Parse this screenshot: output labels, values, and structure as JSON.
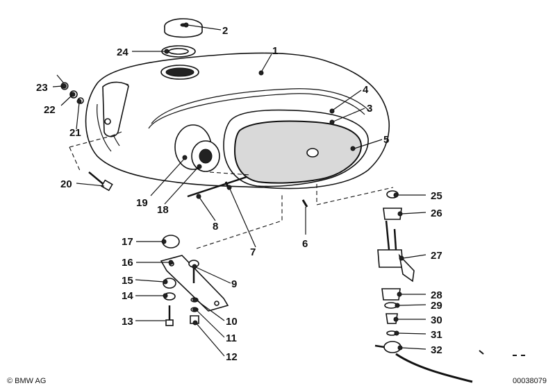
{
  "callouts": [
    {
      "id": "1",
      "text": "1"
    },
    {
      "id": "2",
      "text": "2"
    },
    {
      "id": "3",
      "text": "3"
    },
    {
      "id": "4",
      "text": "4"
    },
    {
      "id": "5",
      "text": "5"
    },
    {
      "id": "6",
      "text": "6"
    },
    {
      "id": "7",
      "text": "7"
    },
    {
      "id": "8",
      "text": "8"
    },
    {
      "id": "9",
      "text": "9"
    },
    {
      "id": "10",
      "text": "10"
    },
    {
      "id": "11",
      "text": "11"
    },
    {
      "id": "12",
      "text": "12"
    },
    {
      "id": "13",
      "text": "13"
    },
    {
      "id": "14",
      "text": "14"
    },
    {
      "id": "15",
      "text": "15"
    },
    {
      "id": "16",
      "text": "16"
    },
    {
      "id": "17",
      "text": "17"
    },
    {
      "id": "18",
      "text": "18"
    },
    {
      "id": "19",
      "text": "19"
    },
    {
      "id": "20",
      "text": "20"
    },
    {
      "id": "21",
      "text": "21"
    },
    {
      "id": "22",
      "text": "22"
    },
    {
      "id": "23",
      "text": "23"
    },
    {
      "id": "24",
      "text": "24"
    },
    {
      "id": "25",
      "text": "25"
    },
    {
      "id": "26",
      "text": "26"
    },
    {
      "id": "27",
      "text": "27"
    },
    {
      "id": "28",
      "text": "28"
    },
    {
      "id": "29",
      "text": "29"
    },
    {
      "id": "30",
      "text": "30"
    },
    {
      "id": "31",
      "text": "31"
    },
    {
      "id": "32",
      "text": "32"
    }
  ],
  "footer": {
    "copyright": "© BMW AG",
    "drawing_number": "00038079"
  }
}
